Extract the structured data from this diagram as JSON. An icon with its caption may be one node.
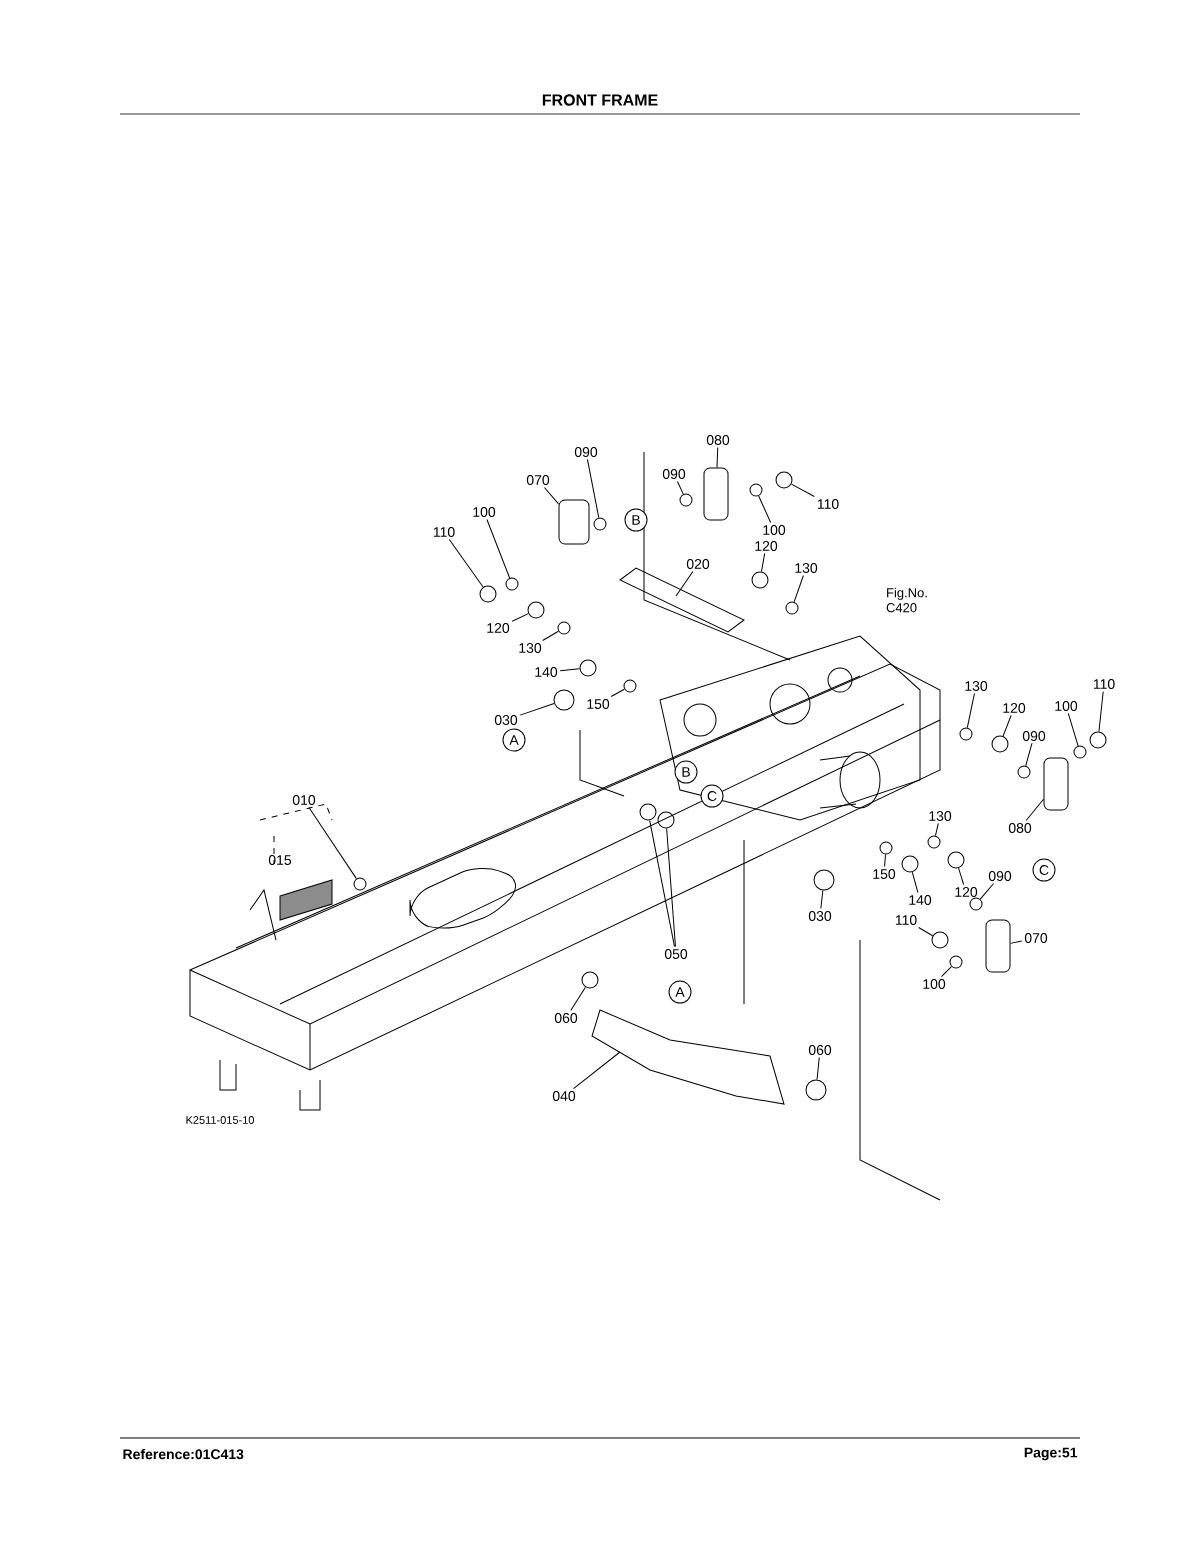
{
  "diagram": {
    "title": "FRONT FRAME",
    "nodes": [
      {
        "text": [
          "080"
        ]
      },
      {
        "text": [
          "090"
        ]
      },
      {
        "text": [
          "070"
        ]
      },
      {
        "text": [
          "090"
        ]
      },
      {
        "text": [
          "110"
        ]
      },
      {
        "text": [
          "100"
        ]
      },
      {
        "text": [
          "100"
        ]
      },
      {
        "text": [
          "110"
        ]
      },
      {
        "text": [
          "120"
        ]
      },
      {
        "text": [
          "020"
        ]
      },
      {
        "text": [
          "130"
        ]
      },
      {
        "text": [
          "120"
        ]
      },
      {
        "text": [
          "130"
        ]
      },
      {
        "text": [
          "140"
        ]
      },
      {
        "text": [
          "150"
        ]
      },
      {
        "text": [
          "130"
        ]
      },
      {
        "text": [
          "110"
        ]
      },
      {
        "text": [
          "100"
        ]
      },
      {
        "text": [
          "120"
        ]
      },
      {
        "text": [
          "030"
        ]
      },
      {
        "text": [
          "090"
        ]
      },
      {
        "text": [
          "010"
        ]
      },
      {
        "text": [
          "080"
        ]
      },
      {
        "text": [
          "130"
        ]
      },
      {
        "text": [
          "015"
        ]
      },
      {
        "text": [
          "150"
        ]
      },
      {
        "text": [
          "090"
        ]
      },
      {
        "text": [
          "120"
        ]
      },
      {
        "text": [
          "140"
        ]
      },
      {
        "text": [
          "030"
        ]
      },
      {
        "text": [
          "110"
        ]
      },
      {
        "text": [
          "070"
        ]
      },
      {
        "text": [
          "050"
        ]
      },
      {
        "text": [
          "100"
        ]
      },
      {
        "text": [
          "060"
        ]
      },
      {
        "text": [
          "060"
        ]
      },
      {
        "text": [
          "040"
        ]
      },
      {
        "text": [],
        "shape": "box"
      },
      {
        "text": [],
        "shape": "circle"
      },
      {
        "text": [],
        "shape": "box"
      },
      {
        "text": [],
        "shape": "circle"
      },
      {
        "text": [],
        "shape": "circle"
      },
      {
        "text": [],
        "shape": "circle"
      },
      {
        "text": [],
        "shape": "circle"
      },
      {
        "text": [],
        "shape": "circle"
      },
      {
        "text": [],
        "shape": "circle"
      },
      {
        "text": [],
        "shape": "circle"
      },
      {
        "text": [],
        "shape": "circle"
      },
      {
        "text": [],
        "shape": "circle"
      },
      {
        "text": [],
        "shape": "circle"
      },
      {
        "text": [],
        "shape": "circle"
      },
      {
        "text": [],
        "shape": "circle"
      },
      {
        "text": [],
        "shape": "circle"
      },
      {
        "text": [],
        "shape": "circle"
      },
      {
        "text": [],
        "shape": "circle"
      },
      {
        "text": [],
        "shape": "circle"
      },
      {
        "text": [],
        "shape": "circle"
      },
      {
        "text": [],
        "shape": "box"
      },
      {
        "text": [],
        "shape": "circle"
      },
      {
        "text": [],
        "shape": "circle"
      },
      {
        "text": [],
        "shape": "circle"
      },
      {
        "text": [],
        "shape": "circle"
      },
      {
        "text": [],
        "shape": "circle"
      },
      {
        "text": [],
        "shape": "circle"
      },
      {
        "text": [],
        "shape": "circle"
      },
      {
        "text": [],
        "shape": "box"
      },
      {
        "text": [],
        "shape": "circle"
      },
      {
        "text": [],
        "shape": "circle"
      },
      {
        "text": [],
        "shape": "circle"
      },
      {
        "text": [],
        "shape": "circle"
      },
      {
        "text": [],
        "shape": "circle"
      },
      {
        "text": [],
        "shape": "picture"
      },
      {
        "text": [],
        "shape": "circle"
      }
    ],
    "edges": [
      {
        "from": 0,
        "to": 37,
        "arrow": "none"
      },
      {
        "from": 1,
        "to": 38,
        "arrow": "none"
      },
      {
        "from": 2,
        "to": 39,
        "arrow": "none"
      },
      {
        "from": 3,
        "to": 40,
        "arrow": "none"
      },
      {
        "from": 4,
        "to": 41,
        "arrow": "none"
      },
      {
        "from": 5,
        "to": 42,
        "arrow": "none"
      },
      {
        "from": 6,
        "to": 43,
        "arrow": "none"
      },
      {
        "from": 7,
        "to": 44,
        "arrow": "none"
      },
      {
        "from": 8,
        "to": 45,
        "arrow": "none"
      },
      {
        "from": 9,
        "to": null,
        "arrow": "none"
      },
      {
        "from": 10,
        "to": 46,
        "arrow": "none"
      },
      {
        "from": 11,
        "to": 47,
        "arrow": "none"
      },
      {
        "from": 12,
        "to": 48,
        "arrow": "none"
      },
      {
        "from": 13,
        "to": 49,
        "arrow": "none"
      },
      {
        "from": 14,
        "to": 50,
        "arrow": "none"
      },
      {
        "from": 15,
        "to": 51,
        "arrow": "none"
      },
      {
        "from": 16,
        "to": 52,
        "arrow": "none"
      },
      {
        "from": 17,
        "to": 53,
        "arrow": "none"
      },
      {
        "from": 18,
        "to": 54,
        "arrow": "none"
      },
      {
        "from": 19,
        "to": 55,
        "arrow": "none"
      },
      {
        "from": 20,
        "to": 56,
        "arrow": "none"
      },
      {
        "from": 21,
        "to": 72,
        "arrow": "none"
      },
      {
        "from": 22,
        "to": 57,
        "arrow": "none"
      },
      {
        "from": 23,
        "to": 58,
        "arrow": "none"
      },
      {
        "from": 25,
        "to": 59,
        "arrow": "none"
      },
      {
        "from": 26,
        "to": 60,
        "arrow": "none"
      },
      {
        "from": 27,
        "to": 61,
        "arrow": "none"
      },
      {
        "from": 28,
        "to": 62,
        "arrow": "none"
      },
      {
        "from": 29,
        "to": 63,
        "arrow": "none"
      },
      {
        "from": 30,
        "to": 64,
        "arrow": "none"
      },
      {
        "from": 31,
        "to": 65,
        "arrow": "none"
      },
      {
        "from": 32,
        "to": 66,
        "arrow": "none"
      },
      {
        "from": 32,
        "to": 67,
        "arrow": "none"
      },
      {
        "from": 33,
        "to": 68,
        "arrow": "none"
      },
      {
        "from": 34,
        "to": 69,
        "arrow": "none"
      },
      {
        "from": 35,
        "to": 70,
        "arrow": "none"
      },
      {
        "from": 36,
        "to": 71,
        "arrow": "none"
      }
    ],
    "labels": [
      "B",
      "Fig.No. C420",
      "A",
      "B",
      "C",
      "C",
      "A",
      "K2511-015-10",
      "Reference:01C413",
      "Page:51"
    ]
  }
}
